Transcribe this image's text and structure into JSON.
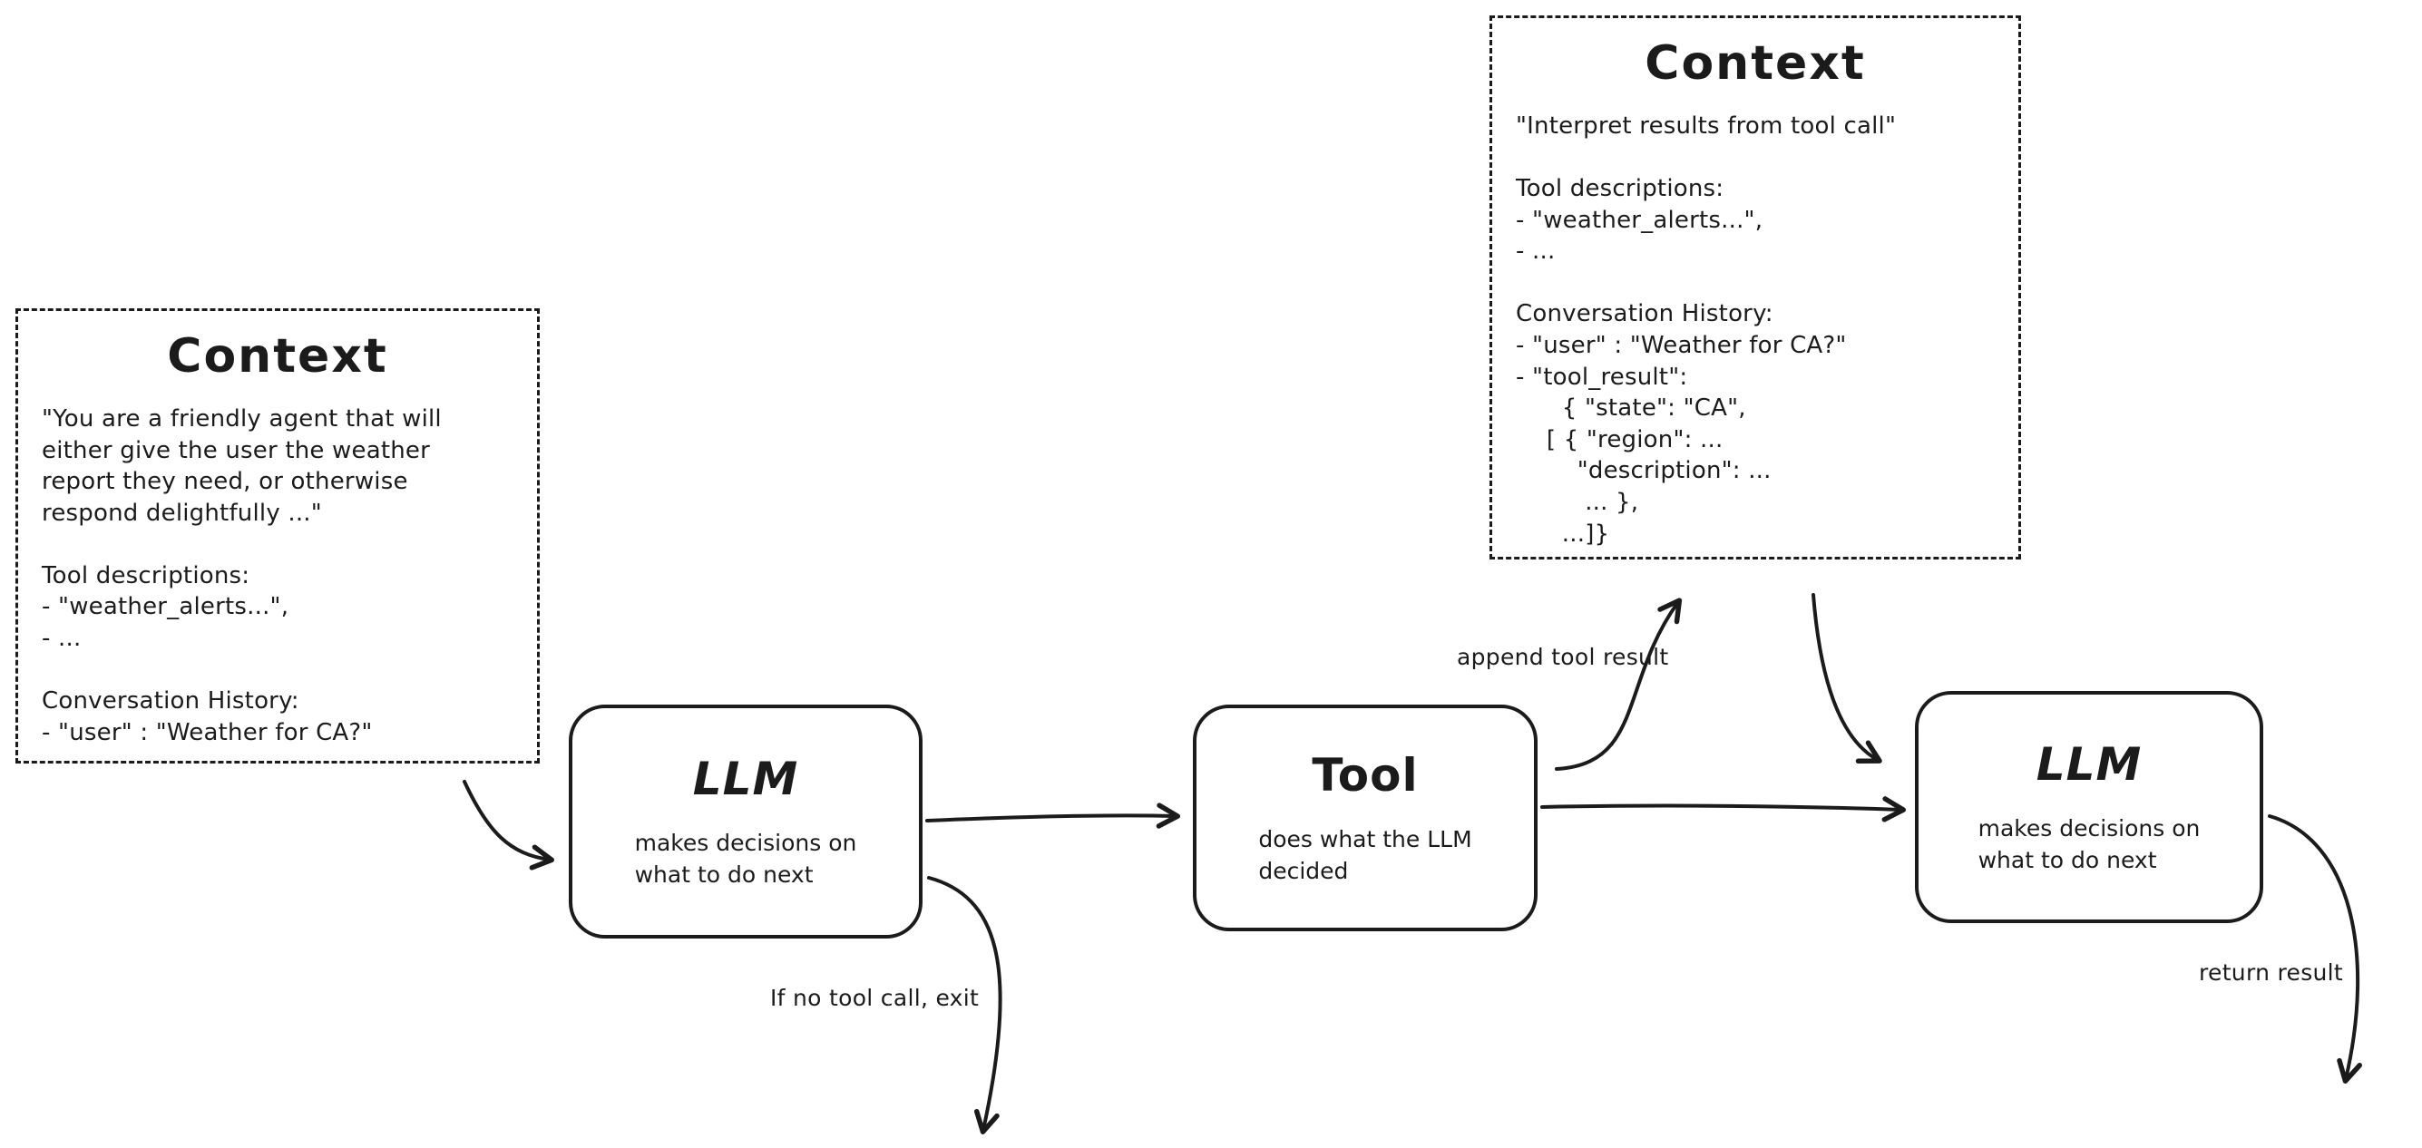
{
  "canvas": {
    "background": "#ffffff",
    "ink": "#1b1b1b"
  },
  "context_left": {
    "title": "Context",
    "body": "\"You are a friendly agent that will\neither give the user the weather\nreport they need, or otherwise\nrespond delightfully ...\"\n\nTool descriptions:\n- \"weather_alerts...\",\n- ...\n\nConversation History:\n- \"user\" : \"Weather for CA?\""
  },
  "context_top": {
    "title": "Context",
    "body": "\"Interpret results from tool call\"\n\nTool descriptions:\n- \"weather_alerts...\",\n- ...\n\nConversation History:\n- \"user\" : \"Weather for CA?\"\n- \"tool_result\":\n      { \"state\": \"CA\",\n    [ { \"region\": ...\n        \"description\": ...\n         ... },\n      ...]}"
  },
  "nodes": {
    "llm1": {
      "title": "LLM",
      "subtitle": "makes decisions on\nwhat to do next"
    },
    "tool": {
      "title": "Tool",
      "subtitle": "does what the LLM\ndecided"
    },
    "llm2": {
      "title": "LLM",
      "subtitle": "makes decisions on\nwhat to do next"
    }
  },
  "labels": {
    "append_tool_result": "append tool result",
    "if_no_tool_call_exit": "If no tool call, exit",
    "return_result": "return result"
  }
}
